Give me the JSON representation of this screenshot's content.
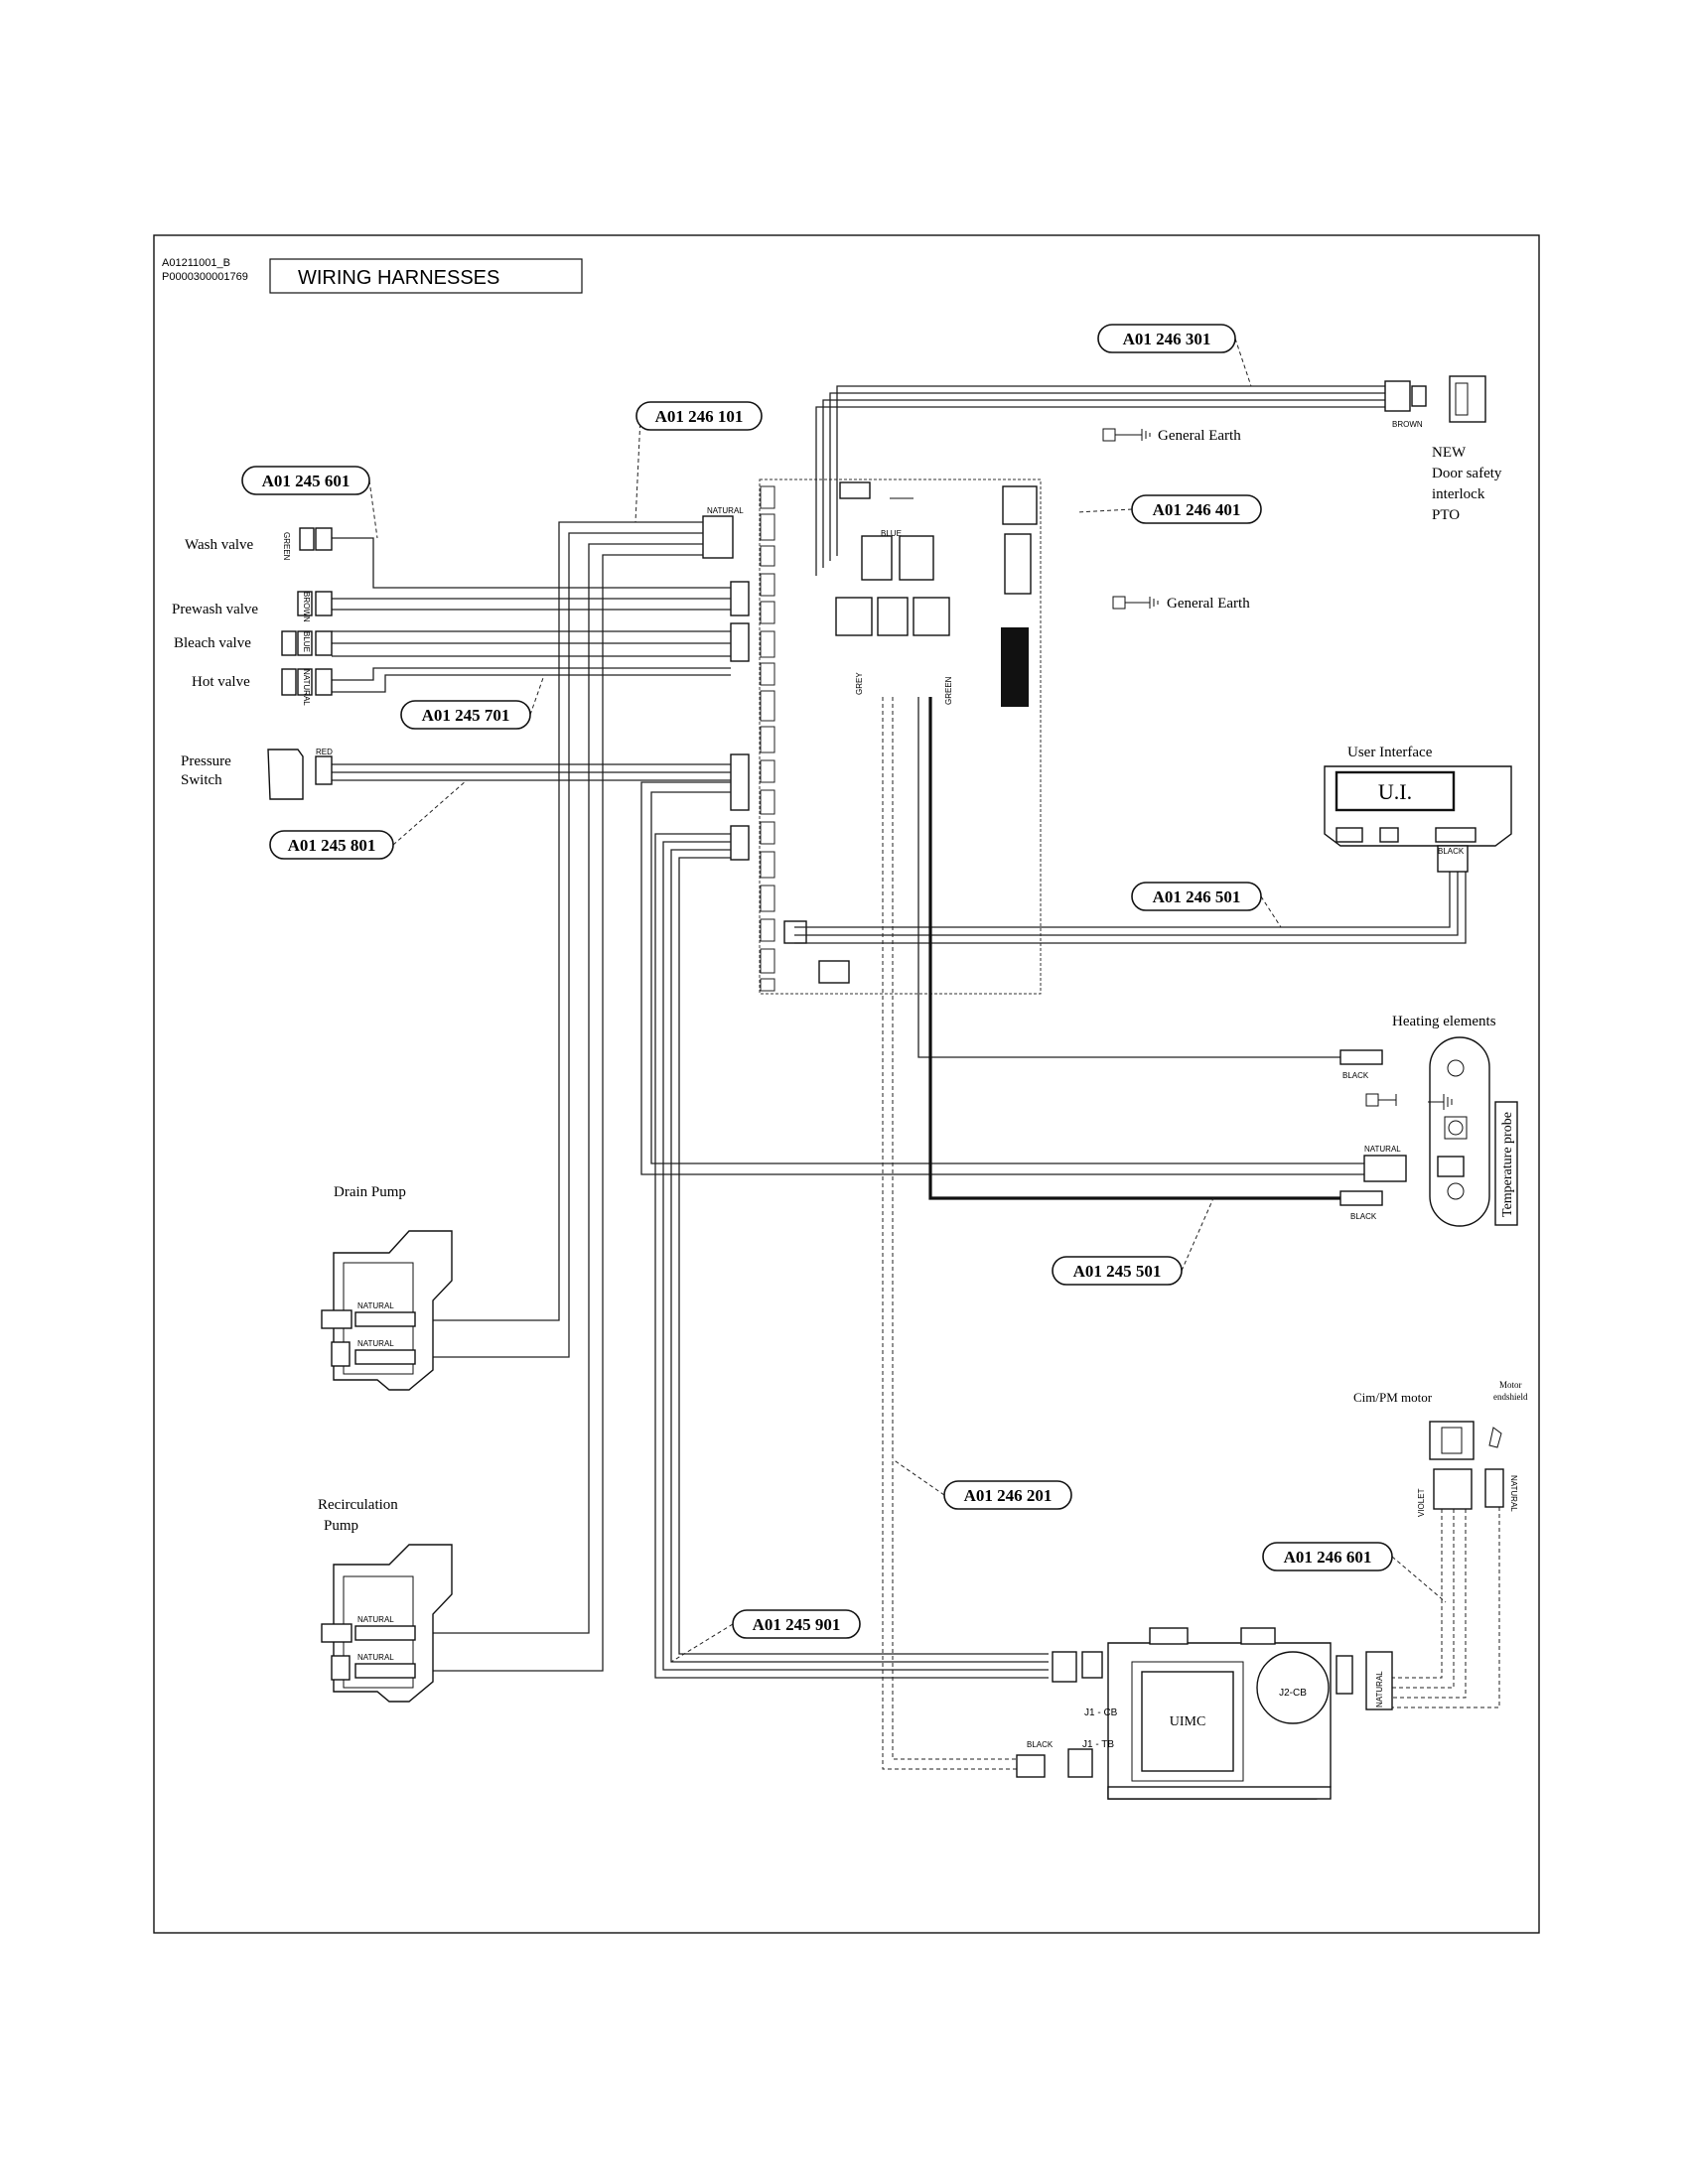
{
  "header": {
    "doc_code": "A01211001_B",
    "doc_ref": "P0000300001769",
    "title": "WIRING HARNESSES"
  },
  "part_numbers": {
    "p246301": "A01 246 301",
    "p246101": "A01 246 101",
    "p245601": "A01 245 601",
    "p246401": "A01 246 401",
    "p245701": "A01 245 701",
    "p245801": "A01 245 801",
    "p246501": "A01 246 501",
    "p245501": "A01 245 501",
    "p246201": "A01 246 201",
    "p246601": "A01 246 601",
    "p245901": "A01 245 901"
  },
  "components": {
    "wash_valve": "Wash valve",
    "prewash_valve": "Prewash valve",
    "bleach_valve": "Bleach valve",
    "hot_valve": "Hot valve",
    "pressure_switch_1": "Pressure",
    "pressure_switch_2": "Switch",
    "general_earth_1": "General Earth",
    "general_earth_2": "General Earth",
    "door_1": "NEW",
    "door_2": "Door safety",
    "door_3": "interlock",
    "door_4": "PTO",
    "user_interface": "User Interface",
    "ui_display": "U.I.",
    "heating_elements": "Heating elements",
    "temperature_probe": "Temperature probe",
    "drain_pump": "Drain Pump",
    "recirc_1": "Recirculation",
    "recirc_2": "Pump",
    "motor": "Cim/PM motor",
    "motor_endshield_1": "Motor",
    "motor_endshield_2": "endshield",
    "uimc": "UIMC"
  },
  "wire_colors": {
    "natural": "NATURAL",
    "green": "GREEN",
    "brown": "BROWN",
    "blue": "BLUE",
    "grey": "GREY",
    "red": "RED",
    "black": "BLACK",
    "violet": "VIOLET"
  },
  "connectors": {
    "j1_cb": "J1 - CB",
    "j1_tb": "J1 - TB",
    "j2_cb": "J2-CB"
  }
}
